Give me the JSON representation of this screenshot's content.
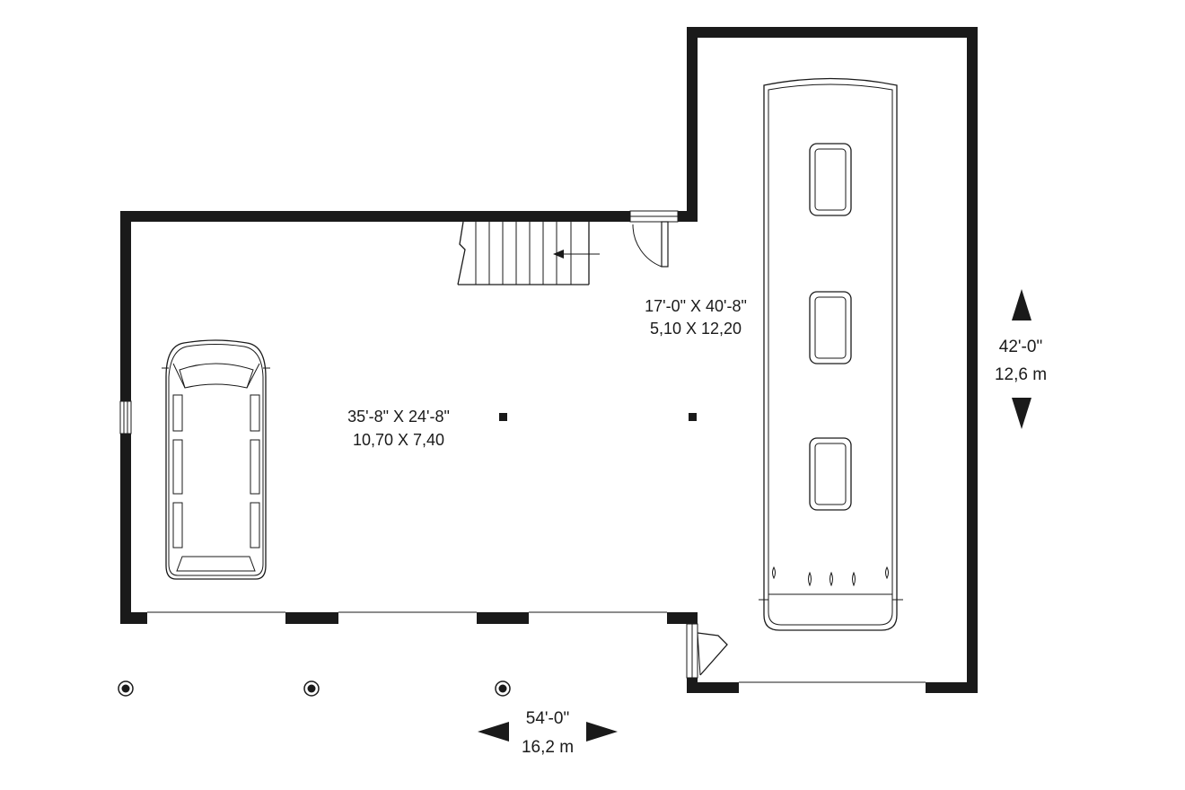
{
  "rooms": [
    {
      "id": "main-garage",
      "dims_imperial": "35'-8\" X 24'-8\"",
      "dims_metric": "10,70 X 7,40"
    },
    {
      "id": "rv-bay",
      "dims_imperial": "17'-0\" X 40'-8\"",
      "dims_metric": "5,10 X 12,20"
    }
  ],
  "dimensions": {
    "width": {
      "imperial": "54'-0\"",
      "metric": "16,2 m"
    },
    "depth": {
      "imperial": "42'-0\"",
      "metric": "12,6 m"
    }
  },
  "colors": {
    "ink": "#1a1a1a",
    "paper": "#ffffff"
  }
}
